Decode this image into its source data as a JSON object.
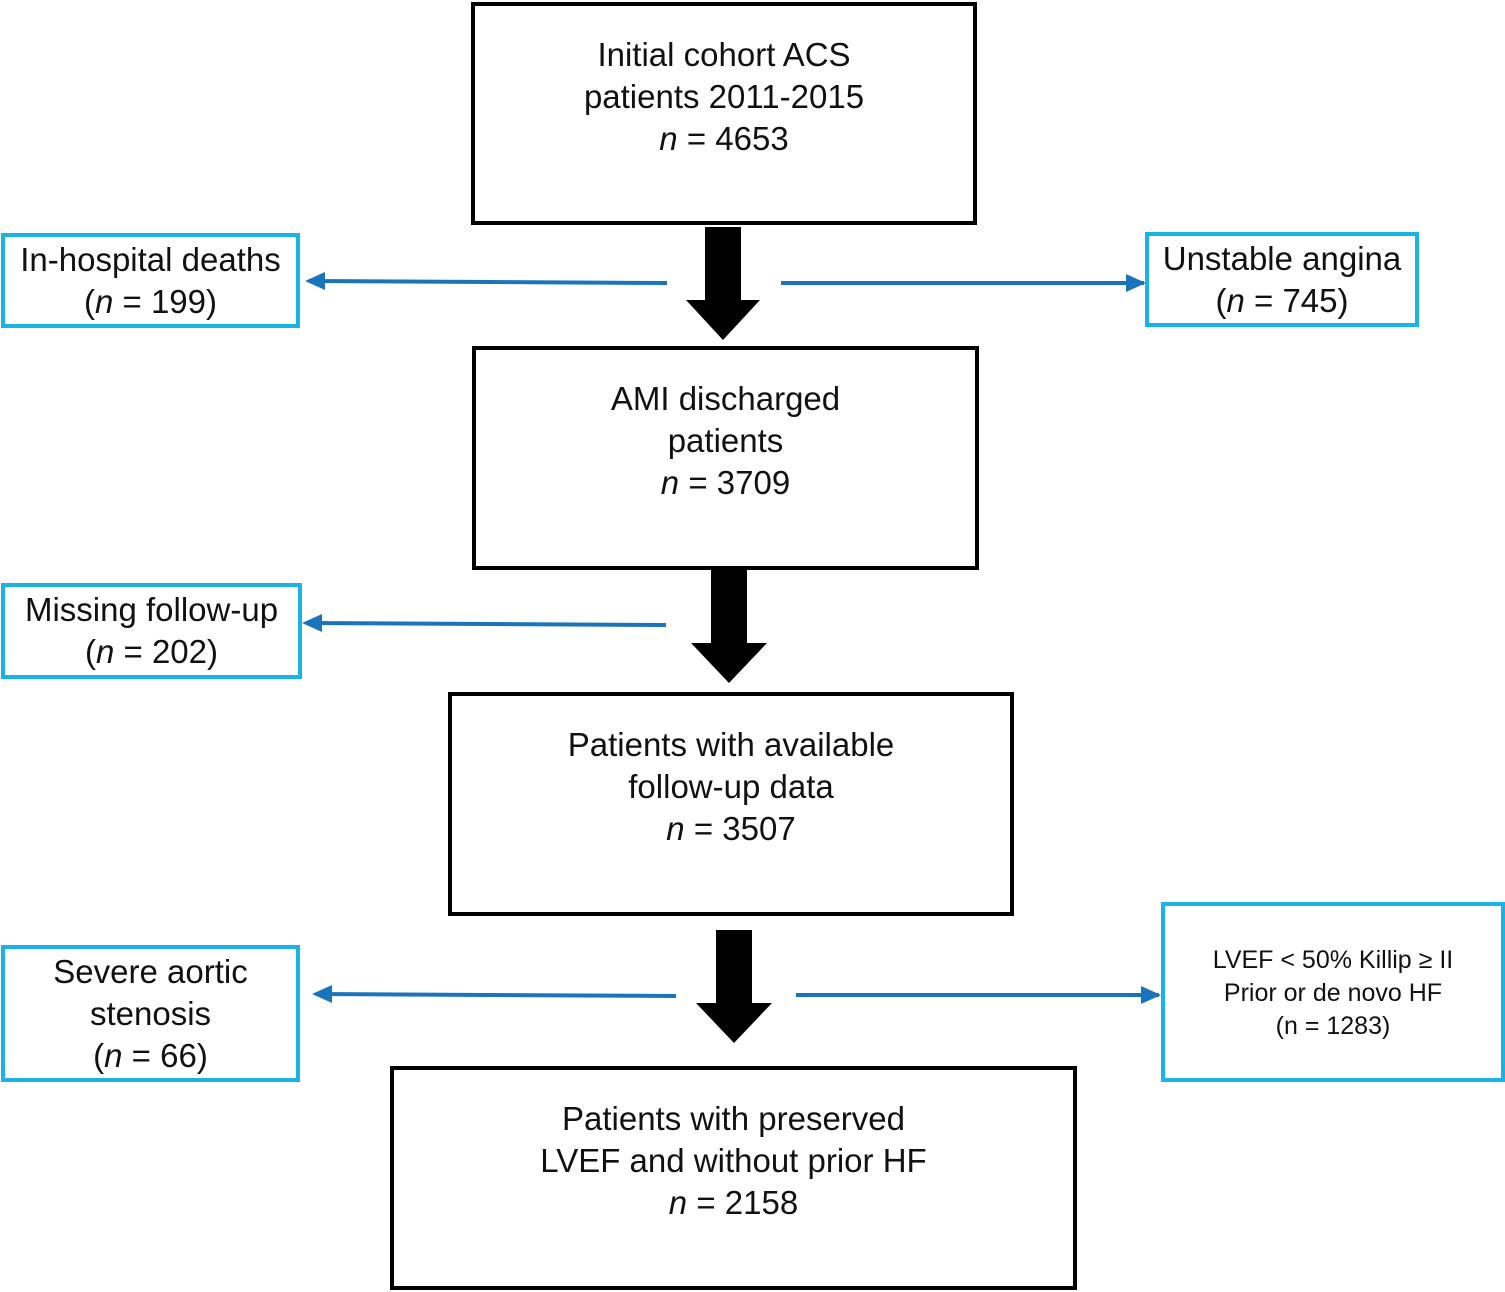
{
  "main_boxes": [
    {
      "line1": "Initial cohort ACS",
      "line2": "patients 2011-2015",
      "n_symbol": "n",
      "n_value": " = 4653"
    },
    {
      "line1": "AMI discharged",
      "line2": "patients",
      "n_symbol": "n",
      "n_value": " = 3709"
    },
    {
      "line1": "Patients with available",
      "line2": "follow-up data",
      "n_symbol": "n",
      "n_value": " = 3507"
    },
    {
      "line1": "Patients with preserved",
      "line2": "LVEF and without prior HF",
      "n_symbol": "n",
      "n_value": " = 2158"
    }
  ],
  "exclusions": {
    "in_hospital_deaths": {
      "label": "In-hospital deaths",
      "open": "(",
      "n_symbol": "n",
      "n_value": " = 199)"
    },
    "unstable_angina": {
      "label": "Unstable angina",
      "open": "(",
      "n_symbol": "n",
      "n_value": " = 745)"
    },
    "missing_follow_up": {
      "label": "Missing follow-up",
      "open": "(",
      "n_symbol": "n",
      "n_value": " = 202)"
    },
    "severe_aortic_stenosis": {
      "line1": "Severe aortic",
      "line2": "stenosis",
      "open": "(",
      "n_symbol": "n",
      "n_value": " = 66)"
    },
    "lvef_hf": {
      "line1": "LVEF < 50% Killip  ≥ II",
      "line2": "Prior or de novo HF",
      "line3": "(n = 1283)"
    }
  },
  "colors": {
    "main_border": "#000000",
    "side_border": "#19b3e8",
    "side_arrow": "#1a74bb",
    "main_arrow": "#000000"
  }
}
